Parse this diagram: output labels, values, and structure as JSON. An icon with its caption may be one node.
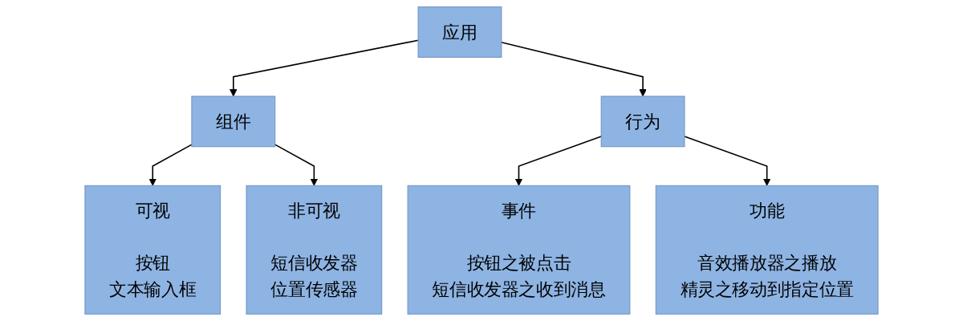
{
  "diagram": {
    "nodes": [
      {
        "text": [
          "应用"
        ]
      },
      {
        "text": [
          "组件"
        ]
      },
      {
        "text": [
          "行为"
        ]
      },
      {
        "text": [
          "可视",
          "按钮",
          "文本输入框"
        ]
      },
      {
        "text": [
          "非可视",
          "短信收发器",
          "位置传感器"
        ]
      },
      {
        "text": [
          "事件",
          "按钮之被点击",
          "短信收发器之收到消息"
        ]
      },
      {
        "text": [
          "功能",
          "音效播放器之播放",
          "精灵之移动到指定位置"
        ]
      }
    ],
    "edges": [
      {
        "from": 0,
        "to": 1,
        "arrow": "to"
      },
      {
        "from": 0,
        "to": 2,
        "arrow": "to"
      },
      {
        "from": 1,
        "to": 3,
        "arrow": "to"
      },
      {
        "from": 1,
        "to": 4,
        "arrow": "to"
      },
      {
        "from": 2,
        "to": 5,
        "arrow": "to"
      },
      {
        "from": 2,
        "to": 6,
        "arrow": "to"
      }
    ]
  }
}
